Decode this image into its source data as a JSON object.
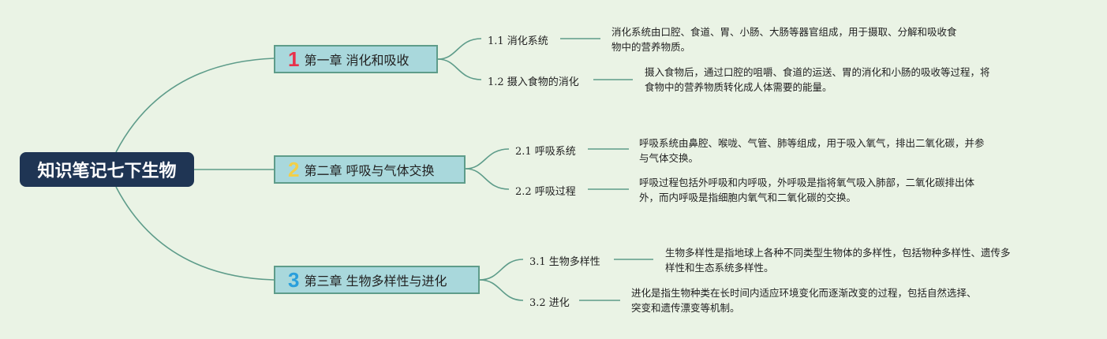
{
  "root": {
    "title": "知识笔记七下生物"
  },
  "chapters": [
    {
      "number": "1",
      "title": "第一章 消化和吸收",
      "color": "#e8314a",
      "sections": [
        {
          "label": "1.1 消化系统",
          "desc": [
            "消化系统由口腔、食道、胃、小肠、大肠等器官组成，用于摄取、分解和吸收食",
            "物中的营养物质。"
          ]
        },
        {
          "label": "1.2 摄入食物的消化",
          "desc": [
            "摄入食物后，通过口腔的咀嚼、食道的运送、胃的消化和小肠的吸收等过程，将",
            "食物中的营养物质转化成人体需要的能量。"
          ]
        }
      ]
    },
    {
      "number": "2",
      "title": "第二章 呼吸与气体交换",
      "color": "#f3cf47",
      "sections": [
        {
          "label": "2.1 呼吸系统",
          "desc": [
            "呼吸系统由鼻腔、喉咙、气管、肺等组成，用于吸入氧气，排出二氧化碳，并参",
            "与气体交换。"
          ]
        },
        {
          "label": "2.2 呼吸过程",
          "desc": [
            "呼吸过程包括外呼吸和内呼吸，外呼吸是指将氧气吸入肺部，二氧化碳排出体",
            "外，而内呼吸是指细胞内氧气和二氧化碳的交换。"
          ]
        }
      ]
    },
    {
      "number": "3",
      "title": "第三章 生物多样性与进化",
      "color": "#2a9fdc",
      "sections": [
        {
          "label": "3.1 生物多样性",
          "desc": [
            "生物多样性是指地球上各种不同类型生物体的多样性，包括物种多样性、遗传多",
            "样性和生态系统多样性。"
          ]
        },
        {
          "label": "3.2 进化",
          "desc": [
            "进化是指生物种类在长时间内适应环境变化而逐渐改变的过程，包括自然选择、",
            "突变和遗传漂变等机制。"
          ]
        }
      ]
    }
  ],
  "colors": {
    "line": "#5e9c8a",
    "root_bg": "#1f3554",
    "chapter_bg": "#a9d8dc"
  }
}
